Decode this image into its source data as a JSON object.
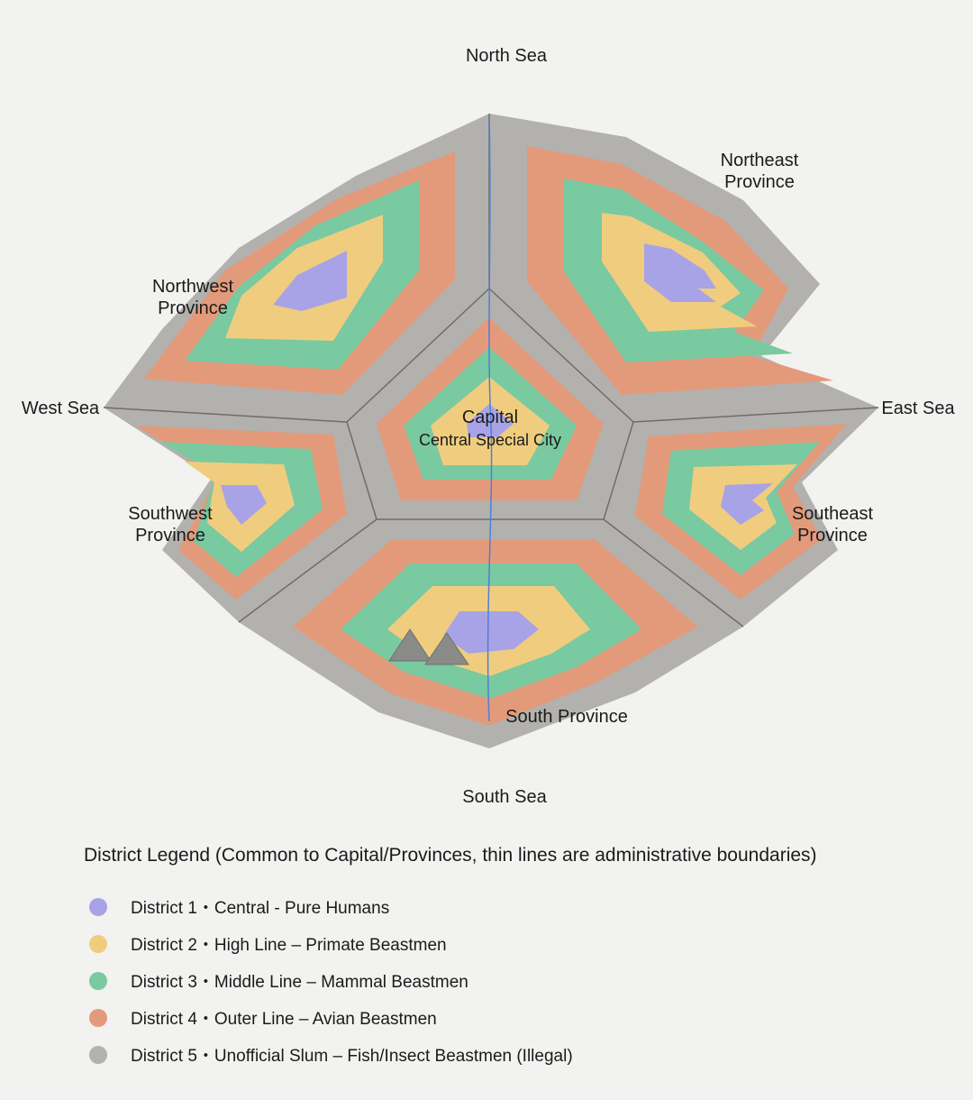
{
  "labels": {
    "north_sea": "North Sea",
    "south_sea": "South Sea",
    "west_sea": "West Sea",
    "east_sea": "East Sea",
    "northwest_province": [
      "Northwest",
      "Province"
    ],
    "northeast_province": [
      "Northeast",
      "Province"
    ],
    "southwest_province": [
      "Southwest",
      "Province"
    ],
    "southeast_province": [
      "Southeast",
      "Province"
    ],
    "south_province": "South Province",
    "capital": "Capital",
    "capital_sub": "Central Special City"
  },
  "legend": {
    "title": "District Legend (Common to Capital/Provinces, thin lines are administrative boundaries)",
    "items": [
      {
        "label": "District 1・Central - Pure Humans",
        "color": "#a8a3e6"
      },
      {
        "label": "District 2・High Line – Primate Beastmen",
        "color": "#f0cd7e"
      },
      {
        "label": "District 3・Middle Line – Mammal Beastmen",
        "color": "#79c9a1"
      },
      {
        "label": "District 4・Outer Line – Avian Beastmen",
        "color": "#e39a7a"
      },
      {
        "label": "District 5・Unofficial Slum – Fish/Insect Beastmen (Illegal)",
        "color": "#b2b1ae"
      }
    ]
  },
  "colors": {
    "district1": "#a8a3e6",
    "district2": "#f0cd7e",
    "district3": "#79c9a1",
    "district4": "#e39a7a",
    "district5": "#b2b1ae",
    "boundary": "#6d6d6b",
    "river": "#4f7fd6",
    "mountain": "#8a8a88"
  },
  "icons": {
    "mountains": "mountain-icon"
  }
}
